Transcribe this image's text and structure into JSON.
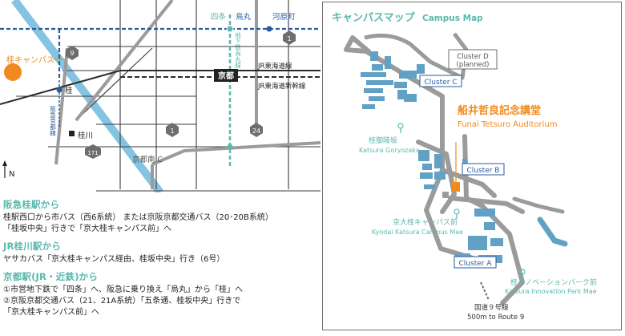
{
  "area_map": {
    "north_label": "N",
    "stations": {
      "shijo": "四条",
      "karasuma": "烏丸",
      "kawaramachi": "河原町",
      "kyoto": "京都",
      "katsura": "桂",
      "katsuragawa": "桂川"
    },
    "campus_label": "桂キャンパス",
    "lines": {
      "subway": "地下鉄烏丸線",
      "hankyu": "阪急京都線",
      "jr_tokaido": "JR東海道線",
      "jr_shinkansen": "JR東海道新幹線"
    },
    "routes": [
      "9",
      "1",
      "1",
      "24",
      "171"
    ],
    "interchange": "京都南IC"
  },
  "campus_map": {
    "title_ja": "キャンパスマップ",
    "title_en": "Campus Map",
    "clusters": {
      "cluster_a": "Cluster A",
      "cluster_b": "Cluster B",
      "cluster_c": "Cluster C",
      "cluster_d_line1": "Cluster D",
      "cluster_d_line2": "(planned)"
    },
    "auditorium_ja": "船井哲良記念講堂",
    "auditorium_en": "Funai Tetsuro Auditorium",
    "stops": {
      "goryozaka_ja": "桂御陵坂",
      "goryozaka_en": "Katsura Goryozaka",
      "campus_mae_ja": "京大桂キャンパス前",
      "campus_mae_en": "Kyodai Katsura Campus Mae",
      "innovation_ja": "桂イノベーションパーク前",
      "innovation_en": "Katsura Innovation Park Mae"
    },
    "route9_ja": "国道９号線",
    "route9_en": "500m to Route 9"
  },
  "directions": [
    {
      "heading": "阪急桂駅から",
      "lines": [
        "桂駅西口から市バス（西6系統） または京阪京都交通バス（20･20B系統）",
        "「桂坂中央」行きで「京大桂キャンパス前」へ"
      ]
    },
    {
      "heading": "JR桂川駅から",
      "lines": [
        "ヤサカバス「京大桂キャンパス経由、桂坂中央」行き（6号）"
      ]
    },
    {
      "heading": "京都駅(JR・近鉄)から",
      "lines": [
        "①市営地下鉄で「四条」へ、阪急に乗り換え「烏丸」から「桂」へ",
        "②京阪京都交通バス（21、21A系統）「五条通、桂坂中央」行きで",
        "「京大桂キャンパス前」へ"
      ]
    }
  ],
  "colors": {
    "accent_teal": "#5bb8ae",
    "building_blue": "#62a1c4",
    "highlight_orange": "#f08a1e",
    "road_gray": "#9b9b9b",
    "rail_blue": "#2a5a9c",
    "river_blue": "#84c4e2"
  }
}
